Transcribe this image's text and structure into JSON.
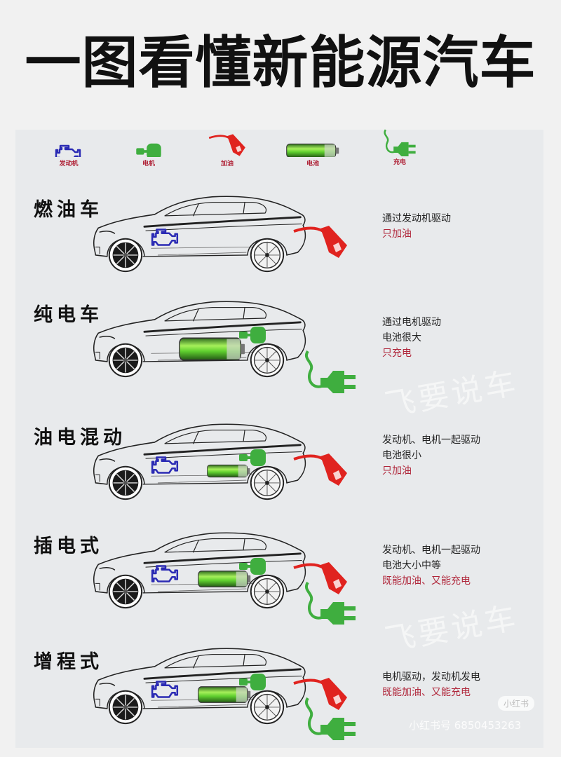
{
  "title": "一图看懂新能源汽车",
  "colors": {
    "engine": "#2b2bb4",
    "motor": "#3fae3f",
    "fuel": "#e0231f",
    "battery": "#6fd43a",
    "plug": "#3fae3f",
    "highlight_text": "#b0263a"
  },
  "legend": [
    {
      "icon": "engine-icon",
      "label": "发动机"
    },
    {
      "icon": "motor-icon",
      "label": "电机"
    },
    {
      "icon": "fuel-nozzle-icon",
      "label": "加油"
    },
    {
      "icon": "battery-icon",
      "label": "电池"
    },
    {
      "icon": "charge-plug-icon",
      "label": "充电"
    }
  ],
  "rows": [
    {
      "label": "燃油车",
      "engine": true,
      "motor": false,
      "battery": "none",
      "fuel": true,
      "charge": false,
      "lines": [
        {
          "text": "通过发动机驱动",
          "red": false
        },
        {
          "text": "只加油",
          "red": true
        }
      ]
    },
    {
      "label": "纯电车",
      "engine": false,
      "motor": true,
      "battery": "large",
      "fuel": false,
      "charge": true,
      "lines": [
        {
          "text": "通过电机驱动",
          "red": false
        },
        {
          "text": "电池很大",
          "red": false
        },
        {
          "text": "只充电",
          "red": true
        }
      ]
    },
    {
      "label": "油电混动",
      "engine": true,
      "motor": true,
      "battery": "small",
      "fuel": true,
      "charge": false,
      "lines": [
        {
          "text": "发动机、电机一起驱动",
          "red": false
        },
        {
          "text": "电池很小",
          "red": false
        },
        {
          "text": "只加油",
          "red": true
        }
      ]
    },
    {
      "label": "插电式",
      "engine": true,
      "motor": true,
      "battery": "medium",
      "fuel": true,
      "charge": true,
      "lines": [
        {
          "text": "发动机、电机一起驱动",
          "red": false
        },
        {
          "text": "电池大小中等",
          "red": false
        },
        {
          "text": "既能加油、又能充电",
          "red": true
        }
      ]
    },
    {
      "label": "增程式",
      "engine": true,
      "motor": true,
      "battery": "medium",
      "fuel": true,
      "charge": true,
      "lines": [
        {
          "text": "电机驱动，发动机发电",
          "red": false
        },
        {
          "text": "既能加油、又能充电",
          "red": true
        }
      ]
    }
  ],
  "watermark": "飞要说车",
  "badge": "小红书",
  "account_id": "小红书号 6850453263"
}
